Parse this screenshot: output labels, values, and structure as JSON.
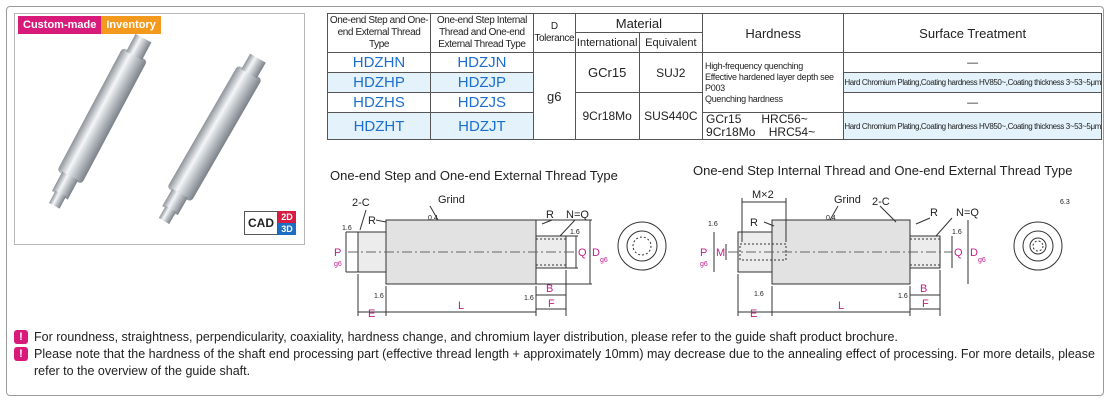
{
  "badges": {
    "custom": "Custom-made",
    "inventory": "Inventory"
  },
  "cad": {
    "label": "CAD",
    "d2": "2D",
    "d3": "3D"
  },
  "table": {
    "headers": {
      "type1": "One-end Step and One-end External Thread Type",
      "type2": "One-end Step Internal Thread and One-end External Thread Type",
      "tol_d": "D",
      "tol": "Tolerance",
      "material": "Material",
      "international": "International",
      "equivalent": "Equivalent",
      "hardness": "Hardness",
      "surface": "Surface Treatment"
    },
    "rows": [
      {
        "c1": "HDZHN",
        "c2": "HDZJN"
      },
      {
        "c1": "HDZHP",
        "c2": "HDZJP"
      },
      {
        "c1": "HDZHS",
        "c2": "HDZJS"
      },
      {
        "c1": "HDZHT",
        "c2": "HDZJT"
      }
    ],
    "tolerance": "g6",
    "mat1_intl": "GCr15",
    "mat1_eq": "SUJ2",
    "mat2_intl": "9Cr18Mo",
    "mat2_eq": "SUS440C",
    "hardness_lines": [
      "High-frequency quenching",
      "Effective hardened layer depth see P003",
      "Quenching hardness"
    ],
    "hard_a_mat": "GCr15",
    "hard_a_val": "HRC56~",
    "hard_b_mat": "9Cr18Mo",
    "hard_b_val": "HRC54~",
    "surface_none": "—",
    "surface_chrome": "Hard Chromium Plating,Coating hardness HV850~,Coating thickness 3~53~5μm"
  },
  "drawing1": {
    "title": "One-end Step and One-end External Thread Type",
    "labels": {
      "c": "2-C",
      "grind": "Grind",
      "r1": "R",
      "r2": "R",
      "nq": "N=Q",
      "f16": "1.6",
      "f04": "0.4",
      "p": "P",
      "g6": "g6",
      "q": "Q",
      "d": "D",
      "b": "B",
      "f": "F",
      "e": "E",
      "l": "L"
    }
  },
  "drawing2": {
    "title": "One-end Step Internal Thread and One-end External Thread Type",
    "labels": {
      "mx2": "M×2",
      "r1": "R",
      "grind": "Grind",
      "c": "2-C",
      "r2": "R",
      "nq": "N=Q",
      "f16": "1.6",
      "f04": "0.4",
      "f63": "6.3",
      "p": "P",
      "m": "M",
      "g6": "g6",
      "q": "Q",
      "d": "D",
      "b": "B",
      "f": "F",
      "e": "E",
      "l": "L"
    }
  },
  "notes": [
    "For roundness, straightness, perpendicularity, coaxiality, hardness change, and chromium layer distribution, please refer to the guide shaft product brochure.",
    "Please note that the hardness of the shaft end processing part (effective thread length + approximately 10mm) may decrease due to the annealing effect of processing. For more details, please refer to the overview of the guide shaft."
  ],
  "colors": {
    "accent_pink": "#d81b7b",
    "accent_orange": "#f39a1e",
    "code_blue": "#1c6fd1",
    "row_blue": "#e3f2fb",
    "dim_pink": "#c0208a"
  }
}
